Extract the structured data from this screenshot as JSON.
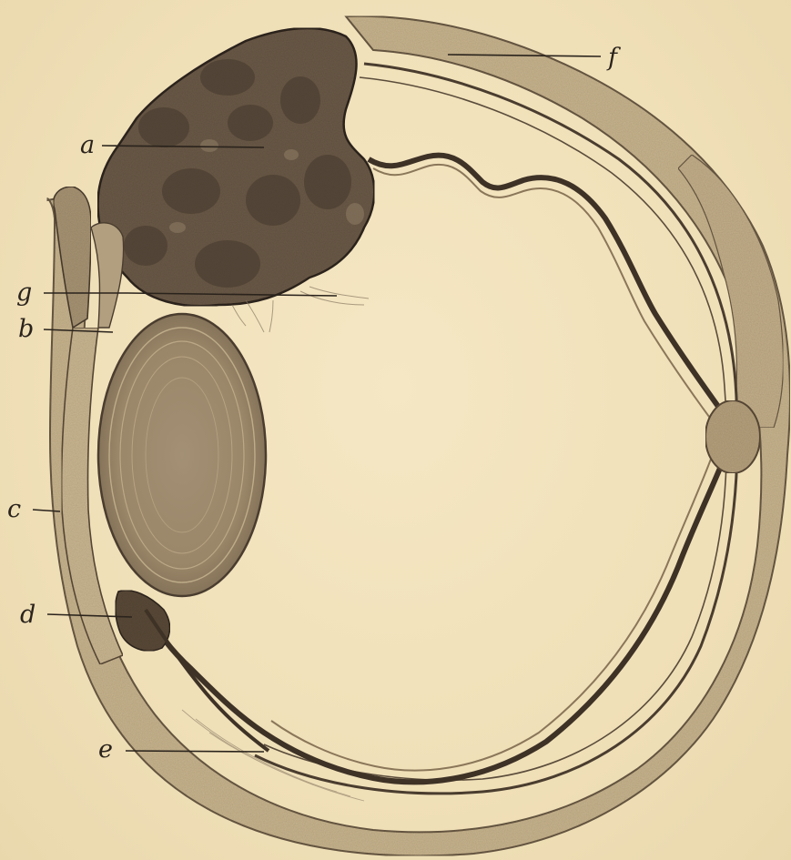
{
  "figure": {
    "labels": [
      {
        "id": "a",
        "text": "a"
      },
      {
        "id": "b",
        "text": "b"
      },
      {
        "id": "c",
        "text": "c"
      },
      {
        "id": "d",
        "text": "d"
      },
      {
        "id": "e",
        "text": "e"
      },
      {
        "id": "f",
        "text": "f"
      },
      {
        "id": "g",
        "text": "g"
      }
    ]
  }
}
